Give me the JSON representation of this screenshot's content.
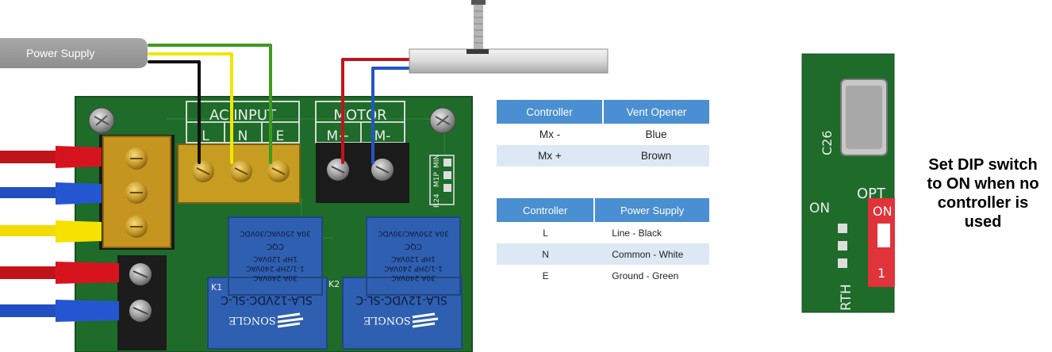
{
  "power_supply_label": "Power Supply",
  "terminals": {
    "ac_input": "AC INPUT",
    "ac_pins": [
      "L",
      "N",
      "E"
    ],
    "motor": "MOTOR",
    "motor_pins": [
      "M+",
      "M-"
    ],
    "jumper_labels": [
      "R24",
      "M1P",
      "MIN"
    ]
  },
  "relays": [
    {
      "id": "K1",
      "rating_lines": [
        "30A 240VAC",
        "1-1/2HP 240VAC",
        "1HP 120VAC",
        "30A 250VAC/30VDC"
      ],
      "model": "SLA-12VDC-SL-C",
      "brand": "SONGLE",
      "cert": "CQC"
    },
    {
      "id": "K2",
      "rating_lines": [
        "30A 240VAC",
        "1-1/2HP 240VAC",
        "1HP 120VAC",
        "30A 250VAC/30VDC"
      ],
      "model": "SLA-12VDC-SL-C",
      "brand": "SONGLE",
      "cert": "CQC"
    }
  ],
  "motor_table": {
    "headers": [
      "Controller",
      "Vent Opener"
    ],
    "rows": [
      [
        "Mx -",
        "Blue"
      ],
      [
        "Mx +",
        "Brown"
      ]
    ]
  },
  "power_table": {
    "headers": [
      "Controller",
      "Power Supply"
    ],
    "rows": [
      [
        "L",
        "Line - Black"
      ],
      [
        "N",
        "Common - White"
      ],
      [
        "E",
        "Ground - Green"
      ]
    ]
  },
  "dip_closeup": {
    "component_label": "C26",
    "opt_label": "OPT",
    "on_label": "ON",
    "switch_on": "ON",
    "switch_num": "1",
    "rth_label": "RTH"
  },
  "dip_note_lines": [
    "Set DIP switch",
    "to ON when no",
    "controller is",
    "used"
  ],
  "colors": {
    "pcb": "#1e6b2a",
    "wire_black": "#111111",
    "wire_yellow": "#f2e600",
    "wire_green": "#3d9a1e",
    "wire_red": "#c0141b",
    "wire_blue": "#2356c4",
    "relay": "#2f5fb0",
    "table_header": "#4a8fd1",
    "table_alt_row": "#dde8f5"
  }
}
